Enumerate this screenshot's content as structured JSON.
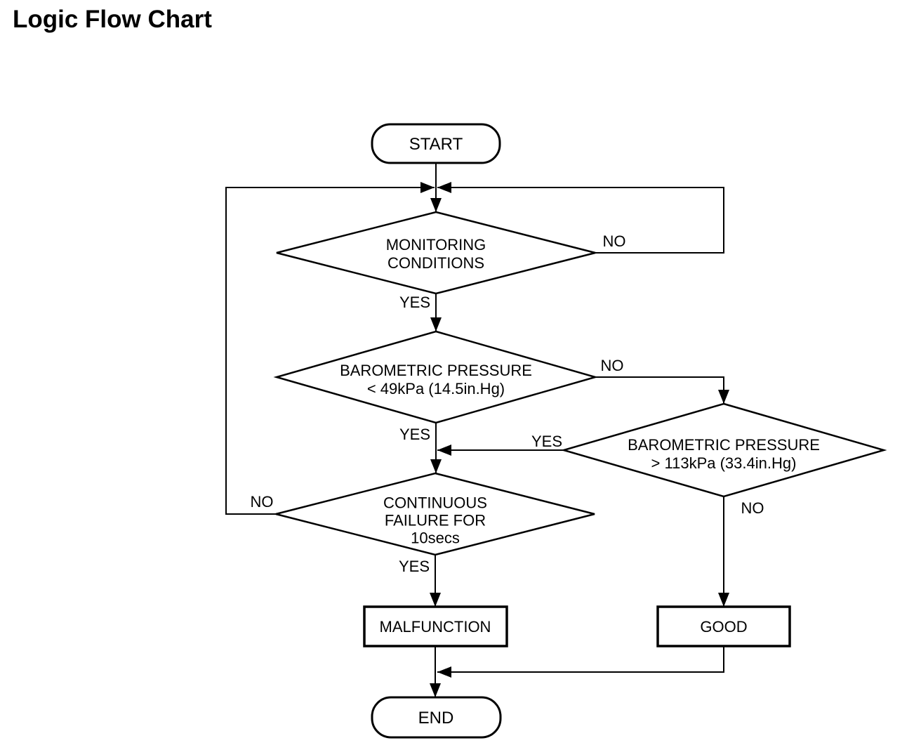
{
  "title": "Logic Flow Chart",
  "colors": {
    "ink": "#000000",
    "paper": "#ffffff"
  },
  "flowchart": {
    "nodes": {
      "start": {
        "type": "terminal",
        "label": "START"
      },
      "monitoring": {
        "type": "decision",
        "line1": "MONITORING",
        "line2": "CONDITIONS"
      },
      "baro_low": {
        "type": "decision",
        "line1": "BAROMETRIC PRESSURE",
        "line2": "< 49kPa (14.5in.Hg)"
      },
      "baro_high": {
        "type": "decision",
        "line1": "BAROMETRIC PRESSURE",
        "line2": "> 113kPa (33.4in.Hg)"
      },
      "continuous": {
        "type": "decision",
        "line1": "CONTINUOUS",
        "line2": "FAILURE FOR",
        "line3": "10secs"
      },
      "malfunction": {
        "type": "process",
        "label": "MALFUNCTION"
      },
      "good": {
        "type": "process",
        "label": "GOOD"
      },
      "end": {
        "type": "terminal",
        "label": "END"
      }
    },
    "edges": {
      "start_to_monitoring": {
        "from": "start",
        "to": "monitoring",
        "label": ""
      },
      "monitoring_no": {
        "from": "monitoring",
        "to": "top-merge-point",
        "label": "NO"
      },
      "monitoring_yes": {
        "from": "monitoring",
        "to": "baro_low",
        "label": "YES"
      },
      "baro_low_no": {
        "from": "baro_low",
        "to": "baro_high",
        "label": "NO"
      },
      "baro_low_yes": {
        "from": "baro_low",
        "to": "continuous",
        "label": "YES"
      },
      "baro_high_yes": {
        "from": "baro_high",
        "to": "continuous",
        "label": "YES"
      },
      "baro_high_no": {
        "from": "baro_high",
        "to": "good",
        "label": "NO"
      },
      "continuous_no": {
        "from": "continuous",
        "to": "top-merge-point",
        "label": "NO"
      },
      "continuous_yes": {
        "from": "continuous",
        "to": "malfunction",
        "label": "YES"
      },
      "malfunction_to_end": {
        "from": "malfunction",
        "to": "end",
        "label": ""
      },
      "good_to_end": {
        "from": "good",
        "to": "end",
        "label": ""
      }
    }
  }
}
